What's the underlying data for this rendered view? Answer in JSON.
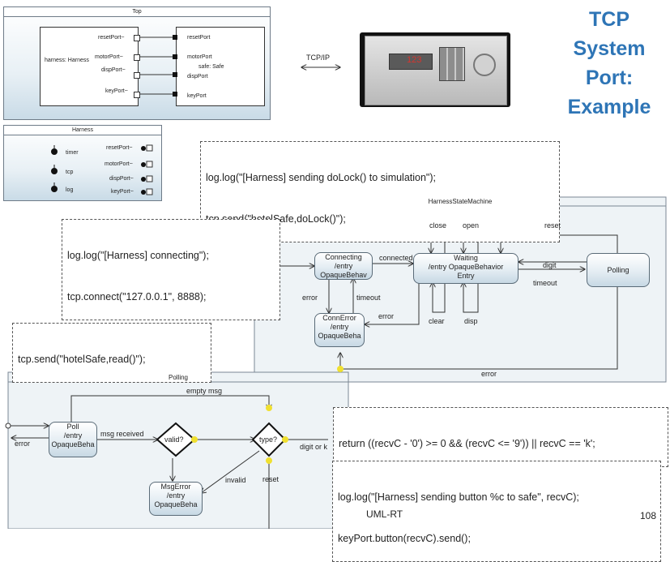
{
  "slide": {
    "title_lines": [
      "TCP",
      "System",
      "Port:",
      "Example"
    ],
    "footer": "UML-RT",
    "page_number": "108"
  },
  "top_capsule": {
    "title": "Top",
    "harness_ports": [
      "resetPort~",
      "motorPort~",
      "dispPort~",
      "keyPort~"
    ],
    "harness_part": "harness: Harness",
    "safe_ports": [
      "resetPort",
      "motorPort",
      "dispPort",
      "keyPort"
    ],
    "safe_part": "safe: Safe"
  },
  "link": {
    "label": "TCP/IP"
  },
  "safe_device": {
    "display": "123"
  },
  "harness_capsule": {
    "title": "Harness",
    "internal": [
      "timer",
      "tcp",
      "log"
    ],
    "ports": [
      "resetPort~",
      "motorPort~",
      "dispPort~",
      "keyPort~"
    ]
  },
  "code": {
    "send_dolock": [
      "log.log(\"[Harness] sending doLock() to simulation\");",
      "tcp.send(\"hotelSafe,doLock()\");"
    ],
    "connecting": [
      "log.log(\"[Harness] connecting\");",
      "tcp.connect(\"127.0.0.1\", 8888);"
    ],
    "read": [
      "tcp.send(\"hotelSafe,read()\");"
    ],
    "return_check": [
      "return ((recvC - '0') >= 0 && (recvC <= '9')) || recvC == 'k';"
    ],
    "button": [
      "log.log(\"[Harness] sending button %c to safe\", recvC);",
      "keyPort.button(recvC).send();"
    ]
  },
  "state_machine": {
    "title": "HarnessStateMachine",
    "states": {
      "connecting": [
        "Connecting",
        "/entry",
        "OpaqueBehav"
      ],
      "waiting": [
        "Waiting",
        "/entry OpaqueBehavior",
        "Entry"
      ],
      "polling": [
        "Polling"
      ],
      "connerror": [
        "ConnError",
        "/entry",
        "OpaqueBeha"
      ]
    },
    "transitions": [
      "connected",
      "close",
      "open",
      "reset",
      "digit",
      "timeout",
      "error",
      "timeout",
      "error",
      "clear",
      "disp",
      "error"
    ]
  },
  "polling_machine": {
    "title": "Polling",
    "states": {
      "poll": [
        "Poll",
        "/entry",
        "OpaqueBeha"
      ],
      "msgerror": [
        "MsgError",
        "/entry",
        "OpaqueBeha"
      ]
    },
    "choices": [
      "valid?",
      "type?"
    ],
    "transitions": [
      "empty msg",
      "msg received",
      "invalid",
      "reset",
      "digit or k",
      "error"
    ]
  }
}
